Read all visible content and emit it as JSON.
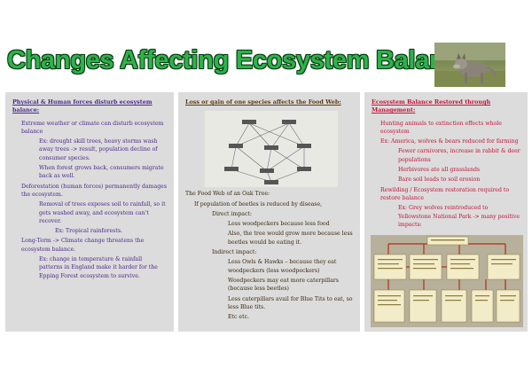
{
  "title": "Changes Affecting Ecosystem Balance",
  "col1": {
    "heading": "Physical & Human forces disturb ecosystem balance:",
    "b1": "Extreme weather or climate can disturb ecosystem balance",
    "b1a": "Ex: drought skill trees, heavy storms wash away trees -> result, population decline of consumer species.",
    "b1b": "When forest grows back, consumers migrate back as well.",
    "b2": "Deforestation (human forces) permanently damages the ecosystem.",
    "b2a": "Removal of trees exposes soil to rainfall, so it gets washed away, and ecosystem can't recover.",
    "b2a1": "Ex: Tropical rainforests.",
    "b3": "Long-Term -> Climate change threatens the ecosystem balance.",
    "b3a": "Ex: change in temperature & rainfall patterns in England make it harder for the Epping Forest ecosystem to survive."
  },
  "col2": {
    "heading": "Loss or gain of one species affects the Food Web:",
    "caption": "The Food Web of an Oak Tree:",
    "b1": "If population of beetles is reduced by disease,",
    "b1a": "Direct impact:",
    "b1a1": "Less woodpeckers because less food",
    "b1a2": "Also, the tree would grow more because less beetles would be eating it.",
    "b1b": "Indirect impact:",
    "b1b1": "Less Owls & Hawks – because they eat woodpeckers (less woodpeckers)",
    "b1b2": "Woodpeckers may eat more caterpillars (because less beetles)",
    "b1b3": "Less caterpillars avail for Blue Tits to eat, so less Blue tits.",
    "b1b4": "Etc etc."
  },
  "col3": {
    "heading": "Ecosystem Balance Restored through Management:",
    "b1": "Hunting animals to extinction effects whole ecosystem",
    "b2": "Ex: America, wolves & bears reduced for farming",
    "b2a": "Fewer carnivores, increase in rabbit & deer populations",
    "b2b": "Herbivores ate all grasslands",
    "b2c": "Bare soil leads to soil erosion",
    "b3": "Rewilding / Ecosystem restoration required to restore balance",
    "b3a": "Ex: Grey wolves reintroduced to Yellowstone National Park -> many positive impacts:"
  }
}
